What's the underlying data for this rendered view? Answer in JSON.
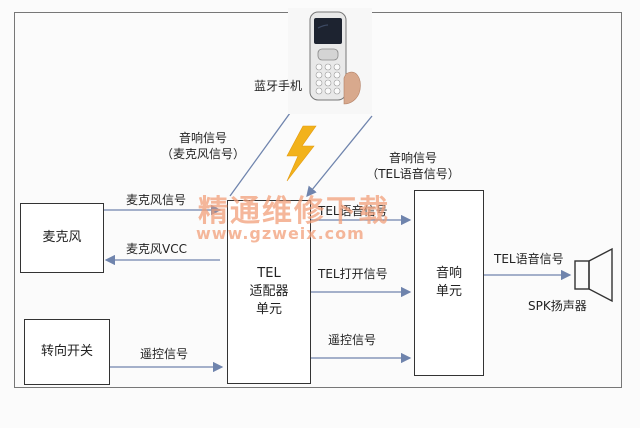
{
  "blocks": {
    "microphone": "麦克风",
    "turn_switch": "转向开关",
    "tel_adapter": [
      "TEL",
      "适配器",
      "单元"
    ],
    "audio_unit": [
      "音响",
      "单元"
    ],
    "speaker": "SPK扬声器"
  },
  "phone": {
    "label": "蓝牙手机"
  },
  "signals": {
    "audio_to_phone": [
      "音响信号",
      "（麦克风信号）"
    ],
    "phone_to_adapter": [
      "音响信号",
      "（TEL语音信号）"
    ],
    "mic_signal": "麦克风信号",
    "mic_vcc": "麦克风VCC",
    "remote_signal_left": "遥控信号",
    "tel_voice": "TEL语音信号",
    "tel_on": "TEL打开信号",
    "remote_signal_right": "遥控信号",
    "tel_voice_speaker": "TEL语音信号"
  },
  "watermark": {
    "text": "精通维修下载",
    "url": "www.gzweix.com"
  },
  "colors": {
    "line": "#6f84ad",
    "lightning": "#f2b21b",
    "watermark": "#f2a07a"
  }
}
